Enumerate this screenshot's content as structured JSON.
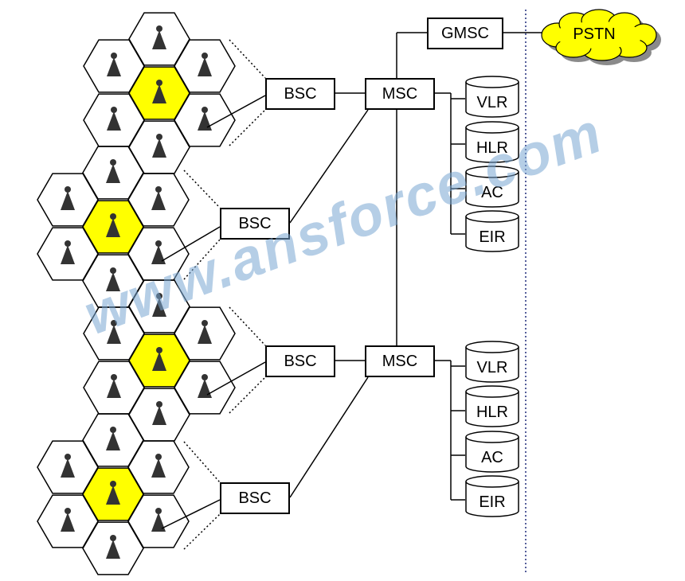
{
  "labels": {
    "gmsc": "GMSC",
    "pstn": "PSTN",
    "msc": "MSC",
    "bsc": "BSC",
    "vlr": "VLR",
    "hlr": "HLR",
    "ac": "AC",
    "eir": "EIR"
  },
  "watermark": "www.ansforce.com",
  "colors": {
    "serving_cell": "#ffff00",
    "cloud": "#ffff00",
    "watermark": "#78a5d2"
  }
}
